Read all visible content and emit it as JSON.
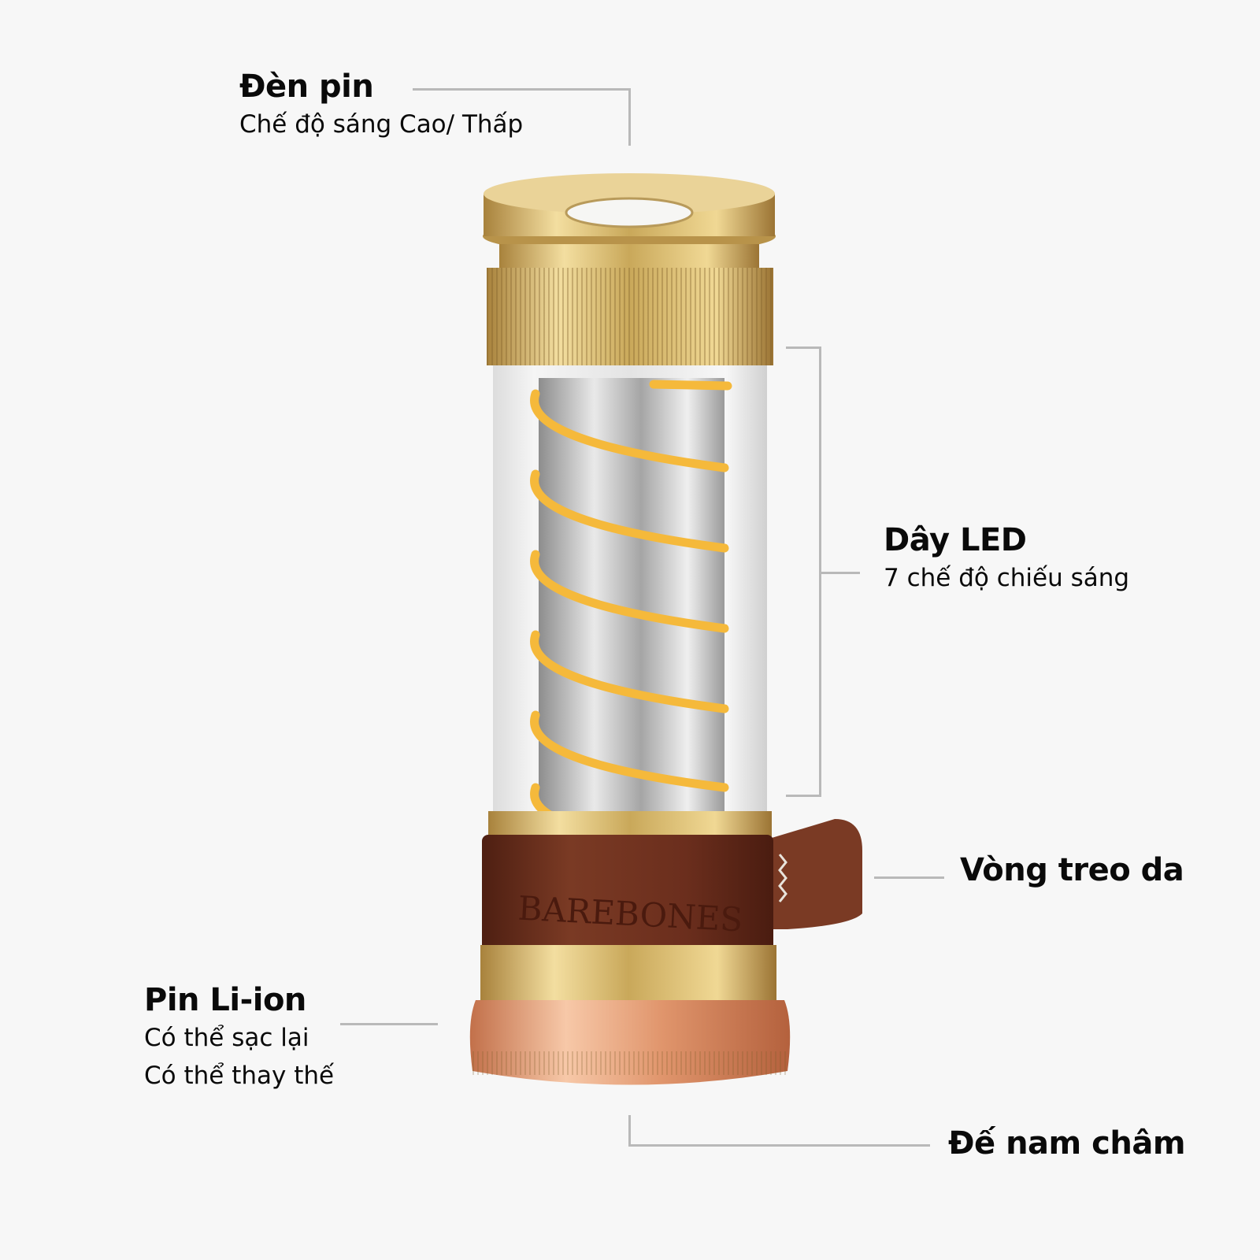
{
  "brand": "BAREBONES",
  "callouts": {
    "flashlight": {
      "title": "Đèn pin",
      "subtitle": "Chế độ sáng Cao/ Thấp"
    },
    "led": {
      "title": "Dây LED",
      "subtitle": "7 chế độ chiếu sáng"
    },
    "strap": {
      "title": "Vòng treo da"
    },
    "battery": {
      "title": "Pin Li-ion",
      "lines": [
        "Có thể sạc lại",
        "Có thể thay thế"
      ]
    },
    "base": {
      "title": "Đế nam châm"
    }
  },
  "colors": {
    "background": "#f7f7f7",
    "leader": "#b9b9b9",
    "brass": "#c9a85a",
    "copper": "#e0956c",
    "leather": "#6b2e1d",
    "led": "#f5b93b"
  }
}
